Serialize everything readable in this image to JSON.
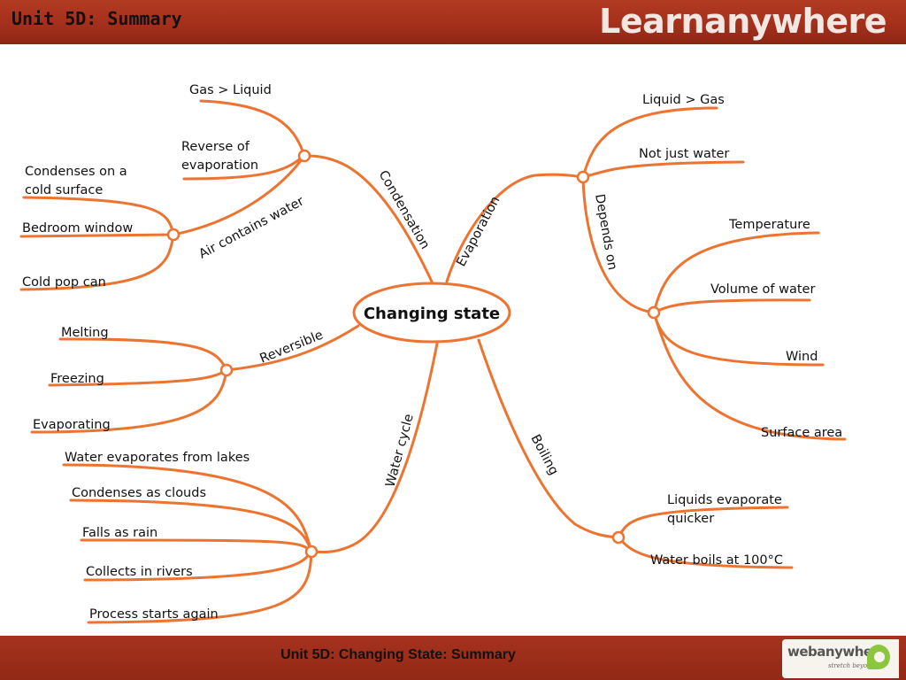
{
  "header": {
    "title": "Unit 5D: Summary",
    "brand": "Learnanywhere"
  },
  "footer": {
    "title": "Unit 5D: Changing State: Summary",
    "logo_text": "webanywhere",
    "logo_tagline": "stretch beyond"
  },
  "colors": {
    "accent": "#ec7430",
    "header": "#a4301c"
  },
  "center": "Changing state",
  "branches": {
    "condensation": {
      "label": "Condensation",
      "items": [
        "Gas > Liquid",
        "Reverse of evaporation"
      ],
      "sub": {
        "label": "Air contains water",
        "items": [
          "Condenses on a cold surface",
          "Bedroom window",
          "Cold pop can"
        ]
      }
    },
    "evaporation": {
      "label": "Evaporation",
      "items": [
        "Liquid > Gas",
        "Not just water"
      ],
      "sub": {
        "label": "Depends on",
        "items": [
          "Temperature",
          "Volume of water",
          "Wind",
          "Surface area"
        ]
      }
    },
    "reversible": {
      "label": "Reversible",
      "items": [
        "Melting",
        "Freezing",
        "Evaporating"
      ]
    },
    "water_cycle": {
      "label": "Water cycle",
      "items": [
        "Water evaporates from lakes",
        "Condenses as clouds",
        "Falls as rain",
        "Collects in rivers",
        "Process starts again"
      ]
    },
    "boiling": {
      "label": "Boiling",
      "items": [
        "Liquids evaporate quicker",
        "Water boils at 100°C"
      ]
    }
  }
}
